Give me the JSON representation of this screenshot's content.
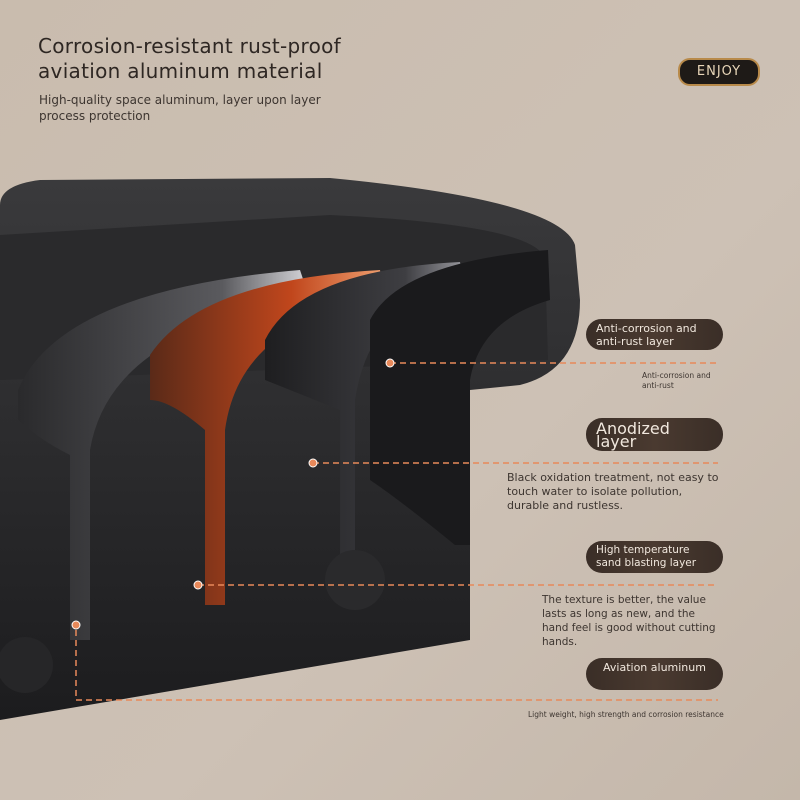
{
  "header": {
    "title_line1": "Corrosion-resistant rust-proof",
    "title_line2": "aviation aluminum material",
    "subtitle_line1": "High-quality space aluminum, layer upon layer",
    "subtitle_line2": "process protection",
    "brand": "ENJOY"
  },
  "layers": [
    {
      "label": "Anti-corrosion and anti-rust layer",
      "description": "Anti-corrosion and anti-rust"
    },
    {
      "label": "Anodized layer",
      "description": "Black oxidation treatment, not easy to touch water to isolate pollution, durable and rustless."
    },
    {
      "label": "High temperature sand blasting layer",
      "description": "The texture is better, the value lasts as long as new, and the hand feel is good without cutting hands."
    },
    {
      "label": "Aviation aluminum",
      "description": "Light weight, high strength and corrosion resistance"
    }
  ],
  "colors": {
    "accent": "#e8895a",
    "pill": "#3e3129",
    "background": "#cbbeb1"
  }
}
